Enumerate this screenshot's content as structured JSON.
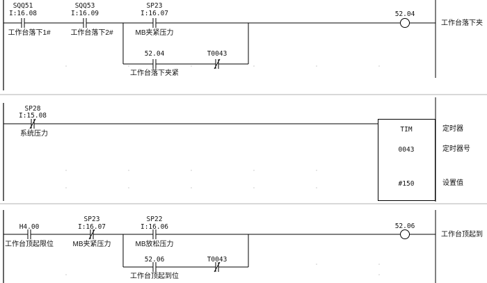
{
  "ladder": {
    "rungs": [
      {
        "contacts": [
          {
            "symbol": "SQQ51",
            "address": "I:16.08",
            "comment": "工作台落下1#",
            "type": "NO"
          },
          {
            "symbol": "SQQ53",
            "address": "I:16.09",
            "comment": "工作台落下2#",
            "type": "NO"
          },
          {
            "symbol": "SP23",
            "address": "I:16.07",
            "comment": "MB夹紧压力",
            "type": "NO"
          }
        ],
        "branch": [
          {
            "address": "52.04",
            "comment": "工作台落下夹紧",
            "type": "NO"
          },
          {
            "address": "T0043",
            "type": "NC"
          }
        ],
        "coil": {
          "address": "52.04",
          "comment": "工作台落下夹"
        }
      },
      {
        "contacts": [
          {
            "symbol": "SP28",
            "address": "I:15.08",
            "comment": "系统压力",
            "type": "NC"
          }
        ],
        "timer": {
          "name": "TIM",
          "number": "0043",
          "setpoint": "#150",
          "labels": [
            "定时器",
            "定时器号",
            "设置值"
          ]
        }
      },
      {
        "contacts": [
          {
            "symbol": "",
            "address": "H4.00",
            "comment": "工作台顶起限位",
            "type": "NO"
          },
          {
            "symbol": "SP23",
            "address": "I:16.07",
            "comment": "MB夹紧压力",
            "type": "NC"
          },
          {
            "symbol": "SP22",
            "address": "I:16.06",
            "comment": "MB放松压力",
            "type": "NO"
          }
        ],
        "branch": [
          {
            "address": "52.06",
            "comment": "工作台顶起到位",
            "type": "NO"
          },
          {
            "address": "T0043",
            "type": "NC"
          }
        ],
        "coil": {
          "address": "52.06",
          "comment": "工作台顶起到"
        }
      }
    ]
  }
}
